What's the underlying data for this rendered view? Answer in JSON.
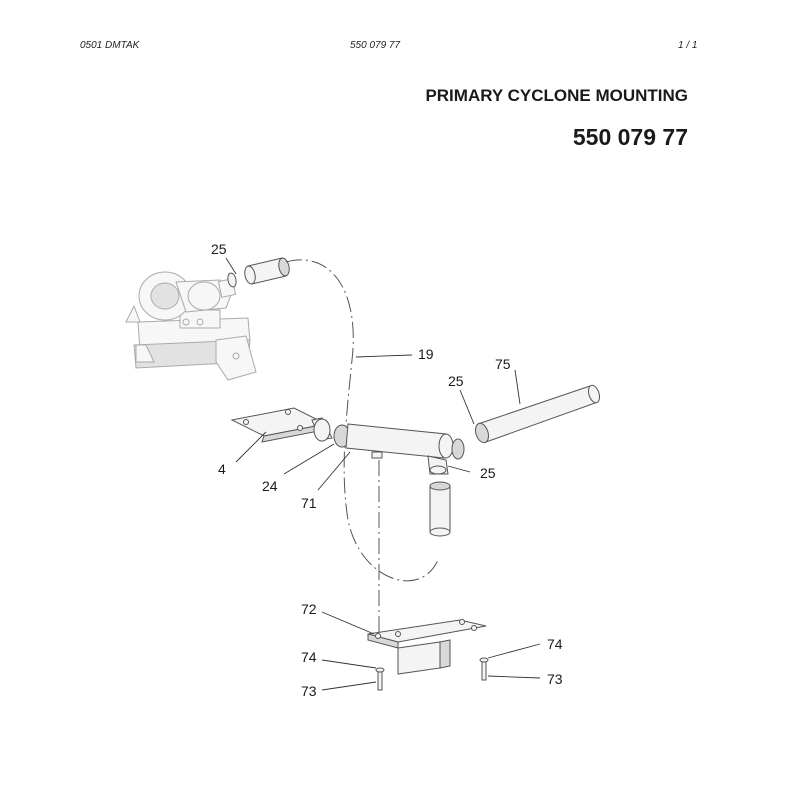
{
  "header": {
    "left": "0501   DMTAK",
    "center": "550 079 77",
    "right": "1 /   1"
  },
  "title": "PRIMARY CYCLONE MOUNTING",
  "part_number": "550 079 77",
  "callouts": [
    "25",
    "19",
    "75",
    "25",
    "4",
    "24",
    "71",
    "25",
    "72",
    "74",
    "74",
    "73",
    "73"
  ]
}
